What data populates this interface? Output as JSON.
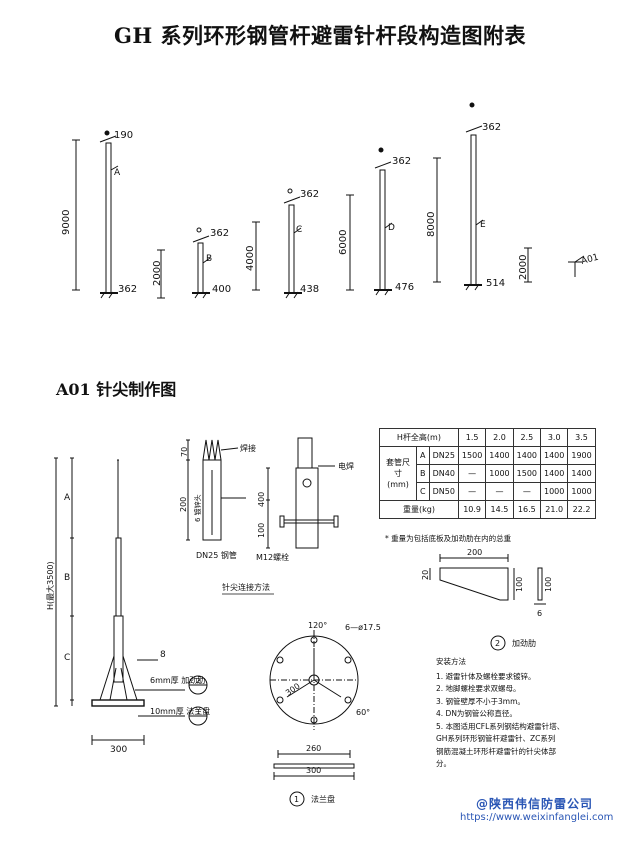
{
  "title": "GH 系列环形钢管杆避雷针杆段构造图附表",
  "overview": {
    "poles": [
      {
        "height": "9000",
        "top_dim": "190",
        "letter": "A",
        "base_dim": "362"
      },
      {
        "height": "2000",
        "top_dim": "362",
        "letter": "B",
        "base_dim": "400"
      },
      {
        "height": "4000",
        "top_dim": "362",
        "letter": "C",
        "base_dim": "438"
      },
      {
        "height": "6000",
        "top_dim": "362",
        "letter": "D",
        "base_dim": "476"
      },
      {
        "height": "8000",
        "top_dim": "362",
        "letter": "E",
        "base_dim": "514"
      },
      {
        "height": "2000",
        "letter": "A01"
      }
    ]
  },
  "section_title": "A01 针尖制作图",
  "left_drawing": {
    "segments": [
      "A",
      "B",
      "C"
    ],
    "height_label": "H(最大3500)",
    "rib_num": "8",
    "rib_label": "6mm厚 加劲肋",
    "rib_ref": "2",
    "flange_label": "10mm厚 法兰盘",
    "flange_ref": "1",
    "base_width": "300"
  },
  "connection": {
    "weld_label": "焊接",
    "tip_label": "6 镀锌头",
    "pipe_label": "DN25 钢管",
    "dim_70": "70",
    "dim_200": "200",
    "dim_400": "400",
    "dim_100": "100",
    "electric_weld": "电焊",
    "bolt_label": "M12螺栓",
    "caption": "针尖连接方法"
  },
  "table": {
    "header_label": "H杆全高(m)",
    "heights": [
      "1.5",
      "2.0",
      "2.5",
      "3.0",
      "3.5"
    ],
    "row_label": "套管尺寸 (mm)",
    "rows": [
      {
        "code": "A",
        "spec": "DN25",
        "values": [
          "1500",
          "1400",
          "1400",
          "1400",
          "1900"
        ]
      },
      {
        "code": "B",
        "spec": "DN40",
        "values": [
          "—",
          "1000",
          "1500",
          "1400",
          "1400"
        ]
      },
      {
        "code": "C",
        "spec": "DN50",
        "values": [
          "—",
          "—",
          "—",
          "1000",
          "1000"
        ]
      }
    ],
    "weight_label": "重量(kg)",
    "weights": [
      "10.9",
      "14.5",
      "16.5",
      "21.0",
      "22.2"
    ],
    "note": "* 重量为包括底板及加劲肋在内的总重"
  },
  "rib_detail": {
    "top_dim": "200",
    "side_dim": "20",
    "height_dim": "100",
    "thickness": "6",
    "ref": "2",
    "caption": "加劲肋"
  },
  "flange": {
    "angle_top": "120°",
    "holes": "6—ø17.5",
    "radius": "300",
    "angle_side": "60°",
    "dim_260": "260",
    "dim_300": "300",
    "ref": "1",
    "caption": "法兰盘"
  },
  "install": {
    "heading": "安装方法",
    "items": [
      "1. 避雷针体及螺栓要求镀锌。",
      "2. 地脚螺栓要求双螺母。",
      "3. 钢管壁厚不小于3mm。",
      "4. DN为钢管公称直径。",
      "5. 本图适用CFL系列钢结构避雷针塔、",
      "   GH系列环形钢管杆避雷针、ZC系列",
      "   钢筋混凝土环形杆避雷针的针尖体部",
      "   分。"
    ]
  },
  "watermark": {
    "company": "@陕西伟信防雷公司",
    "url": "https://www.weixinfanglei.com"
  }
}
